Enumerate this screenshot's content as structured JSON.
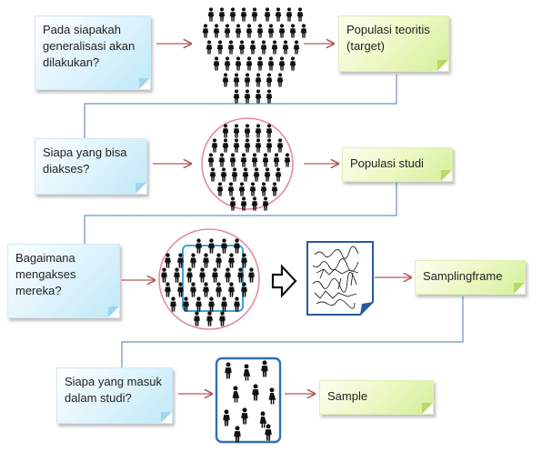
{
  "questions": [
    "Pada siapakah generalisasi akan dilakukan?",
    "Siapa yang bisa diakses?",
    "Bagaimana mengakses mereka?",
    "Siapa yang masuk dalam studi?"
  ],
  "results": [
    "Populasi teoritis (target)",
    "Populasi studi",
    "Samplingframe",
    "Sample"
  ],
  "colors": {
    "arrow": "#b05a5a",
    "connector": "#6f8fc0",
    "circle": "#e58aa0",
    "frame_box": "#3aa6d8",
    "sample_box": "#2e6fc0",
    "document_border": "#2a5a9c",
    "person": "#111111"
  }
}
